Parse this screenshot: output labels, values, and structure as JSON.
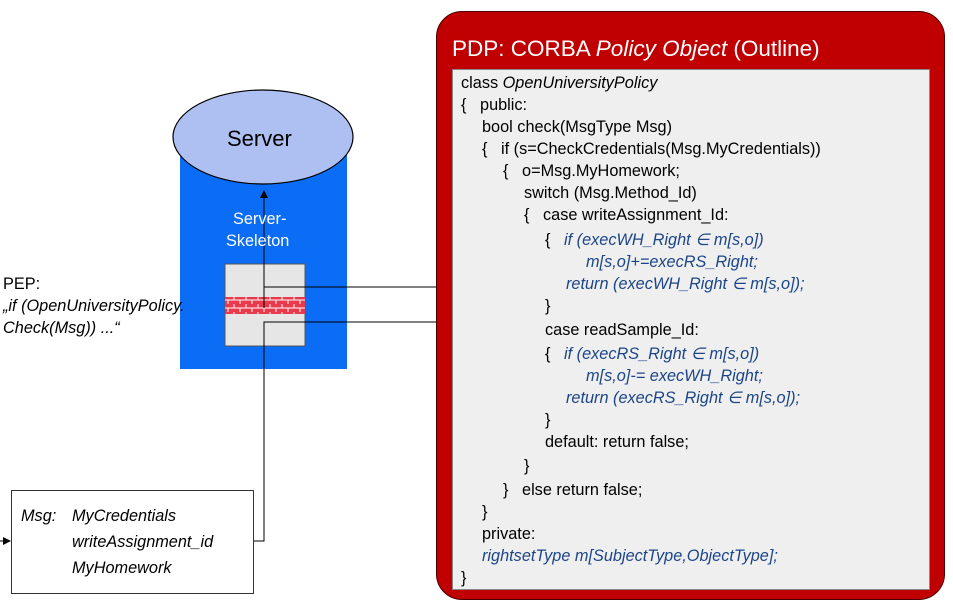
{
  "server": {
    "label": "Server",
    "skeleton_line1": "Server-",
    "skeleton_line2": "Skeleton"
  },
  "pep": {
    "label": "PEP:",
    "line1": "„if (OpenUniversityPolicy.",
    "line2": "Check(Msg)) ...“"
  },
  "msg": {
    "prefix": "Msg:",
    "field1": "MyCredentials",
    "field2": "writeAssignment_id",
    "field3": "MyHomework"
  },
  "pdp": {
    "title_prefix": "PDP: CORBA ",
    "title_italic": "Policy Object",
    "title_suffix": " (Outline)",
    "code": {
      "l1_kw": "class ",
      "l1_name": "OpenUniversityPolicy",
      "l2": "{   public:",
      "l3": "bool check(MsgType Msg)",
      "l4": "{   if (s=CheckCredentials(Msg.MyCredentials))",
      "l5": "{   o=Msg.MyHomework;",
      "l6": "switch (Msg.Method_Id)",
      "l7": "{   case writeAssignment_Id:",
      "l8_brace": "{   ",
      "l8": "if (execWH_Right ∈ m[s,o])",
      "l9": "m[s,o]+=execRS_Right;",
      "l10": "return (execWH_Right ∈ m[s,o]);",
      "l11": "}",
      "l12": "case readSample_Id:",
      "l13_brace": "{   ",
      "l13": "if (execRS_Right ∈ m[s,o])",
      "l14": "m[s,o]-= execWH_Right;",
      "l15": "return (execRS_Right ∈ m[s,o]);",
      "l16": "}",
      "l17": "default: return false;",
      "l18": "}",
      "l19": "}   else return false;",
      "l20": "}",
      "l21": "private:",
      "l22": "rightsetType m[SubjectType,ObjectType];",
      "l23": "}"
    }
  },
  "colors": {
    "panel_red": "#c00000",
    "code_bg": "#efefef",
    "server_blue": "#0b6cf5",
    "server_top": "#aebff2",
    "firewall_red": "#e8394d",
    "code_blue": "#1c4587"
  }
}
